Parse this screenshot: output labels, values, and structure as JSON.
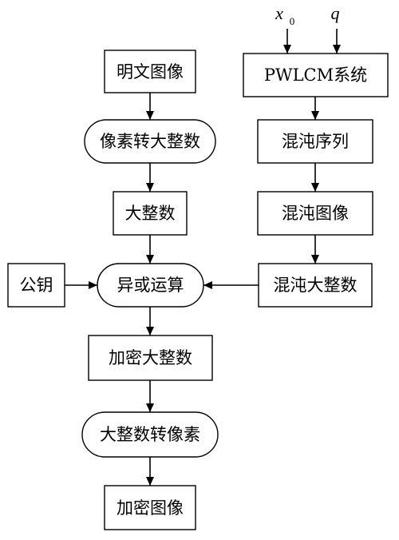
{
  "inputs": {
    "x_symbol": "x",
    "x_subscript": "0",
    "q_symbol": "q"
  },
  "nodes": {
    "plain_image": "明文图像",
    "pixel_to_bigint": "像素转大整数",
    "big_integer": "大整数",
    "public_key": "公钥",
    "xor": "异或运算",
    "encrypted_bigint": "加密大整数",
    "bigint_to_pixel": "大整数转像素",
    "encrypted_image": "加密图像",
    "pwlcm_system": "PWLCM系统",
    "chaos_sequence": "混沌序列",
    "chaos_image": "混沌图像",
    "chaos_bigint": "混沌大整数"
  }
}
